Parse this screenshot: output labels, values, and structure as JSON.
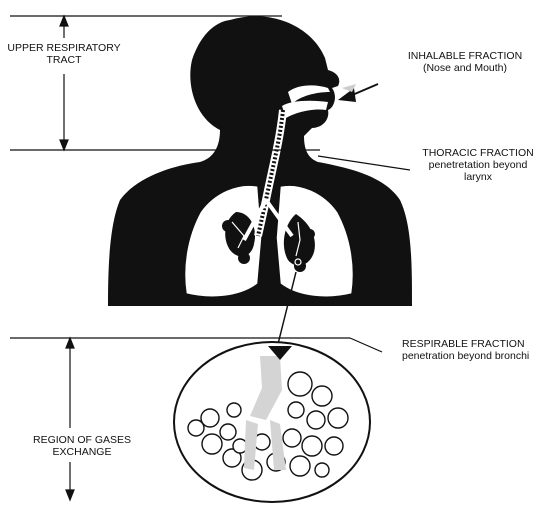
{
  "labels": {
    "upper_respiratory": [
      "UPPER RESPIRATORY",
      "TRACT"
    ],
    "inhalable": [
      "INHALABLE FRACTION",
      "(Nose and Mouth)"
    ],
    "thoracic": [
      "THORACIC FRACTION",
      "penetretation beyond",
      "larynx"
    ],
    "respirable": [
      "RESPIRABLE FRACTION",
      "penetration beyond bronchi"
    ],
    "gas_exchange": [
      "REGION OF GASES",
      "EXCHANGE"
    ]
  },
  "colors": {
    "ink": "#111111",
    "paper": "#ffffff",
    "alveoli_shade": "#d4d4d4"
  }
}
